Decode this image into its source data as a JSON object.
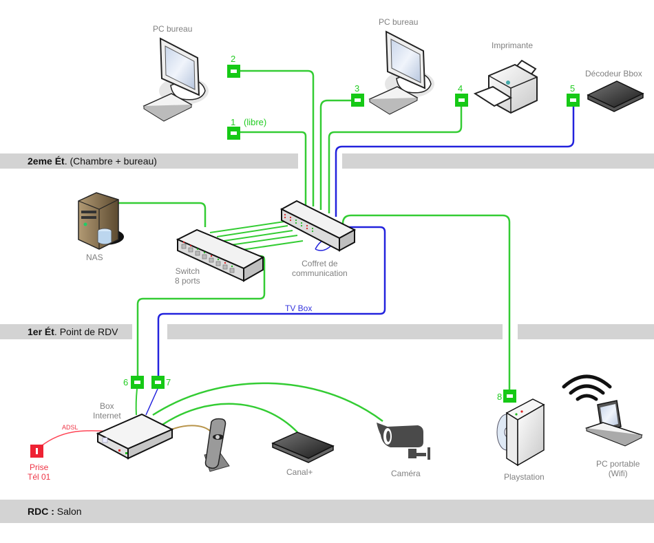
{
  "floors": [
    {
      "id": "2eme",
      "bold": "2eme Ét",
      "rest": ". (Chambre + bureau)"
    },
    {
      "id": "1er",
      "bold": "1er Ét",
      "rest": ". Point de RDV"
    },
    {
      "id": "rdc",
      "bold": "RDC :",
      "rest": " Salon"
    }
  ],
  "devices": {
    "pc1": "PC bureau",
    "pc2": "PC bureau",
    "printer": "Imprimante",
    "decoder": "Décodeur Bbox",
    "nas": "NAS",
    "switch_line1": "Switch",
    "switch_line2": "8 ports",
    "coffret_line1": "Coffret de",
    "coffret_line2": "communication",
    "box_line1": "Box",
    "box_line2": "Internet",
    "canal": "Canal+",
    "camera": "Caméra",
    "playstation": "Playstation",
    "laptop_line1": "PC portable",
    "laptop_line2": "(Wifi)",
    "prise_line1": "Prise",
    "prise_line2": "Tél 01"
  },
  "ports": [
    {
      "num": "1",
      "note": "(libre)"
    },
    {
      "num": "2",
      "note": ""
    },
    {
      "num": "3",
      "note": ""
    },
    {
      "num": "4",
      "note": ""
    },
    {
      "num": "5",
      "note": ""
    },
    {
      "num": "6",
      "note": ""
    },
    {
      "num": "7",
      "note": ""
    },
    {
      "num": "8",
      "note": ""
    }
  ],
  "cable_labels": {
    "tvbox": "TV Box",
    "adsl": "ADSL"
  },
  "colors": {
    "ethernet": "#33cc33",
    "tv": "#2222dd",
    "adsl": "#ff4455",
    "phone": "#b8944a",
    "port": "#16c916",
    "band": "#d3d3d3"
  }
}
